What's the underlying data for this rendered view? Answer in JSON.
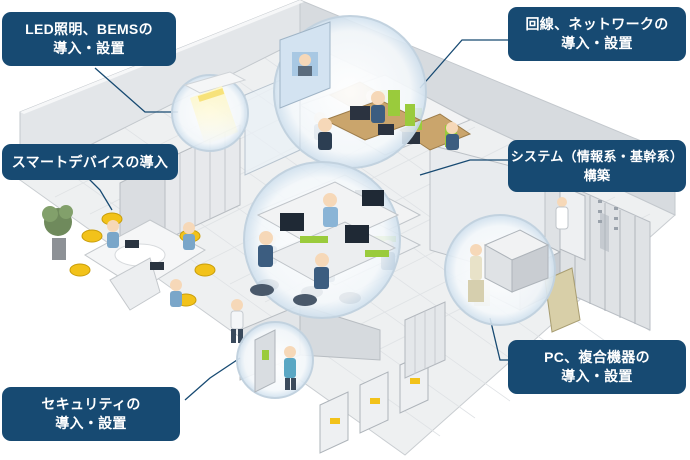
{
  "labels": {
    "led": {
      "line1": "LED照明、BEMSの",
      "line2": "導入・設置"
    },
    "network": {
      "line1": "回線、ネットワークの",
      "line2": "導入・設置"
    },
    "smart": {
      "line1": "スマートデバイスの導入"
    },
    "system": {
      "line1": "システム（情報系・基幹系）",
      "line2": "構築"
    },
    "pc": {
      "line1": "PC、複合機器の",
      "line2": "導入・設置"
    },
    "security": {
      "line1": "セキュリティの",
      "line2": "導入・設置"
    }
  },
  "colors": {
    "label_bg": "#174a72",
    "label_text": "#ffffff",
    "floor": "#eef0f1",
    "wall": "#d9dcdf",
    "accent_yellow": "#f2c21a",
    "accent_green": "#9acb3c",
    "leader_line": "#174a72"
  }
}
